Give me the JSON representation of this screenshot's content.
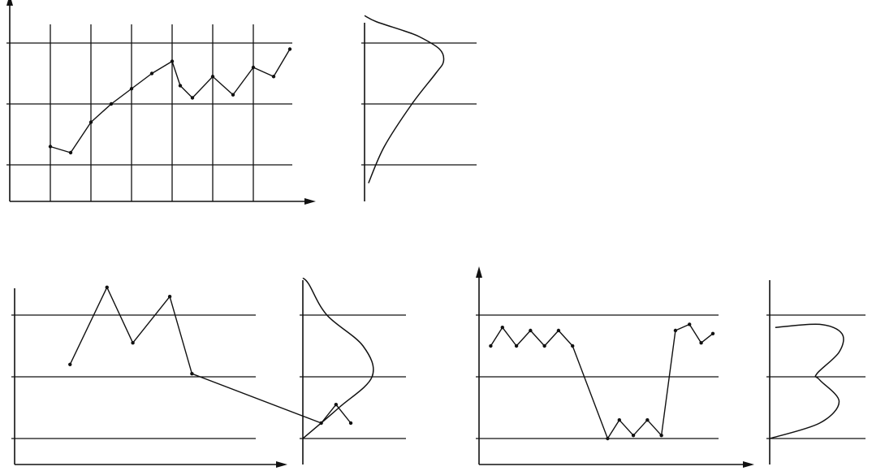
{
  "chart_data": [
    {
      "type": "line",
      "panel": "top-left",
      "xlim": [
        0,
        7.5
      ],
      "ylim": [
        0,
        4
      ],
      "hgrid": [
        0.6,
        1.6,
        2.6
      ],
      "vgrid": [
        1,
        2,
        3,
        4,
        5,
        6
      ],
      "x": [
        1,
        1.5,
        2,
        2.5,
        3,
        3.5,
        4,
        4.2,
        4.5,
        5,
        5.5,
        6,
        6.5,
        6.9
      ],
      "values": [
        0.9,
        0.8,
        1.3,
        1.6,
        1.85,
        2.1,
        2.3,
        1.9,
        1.7,
        2.05,
        1.75,
        2.2,
        2.05,
        2.5
      ],
      "grid": true
    },
    {
      "type": "line",
      "panel": "top-left-distribution",
      "ylim": [
        0,
        4
      ],
      "hgrid": [
        0.6,
        1.6,
        2.6
      ],
      "curve": [
        [
          0.1,
          0.3
        ],
        [
          0.5,
          0.9
        ],
        [
          1.2,
          1.6
        ],
        [
          1.8,
          2.1
        ],
        [
          2.0,
          2.3
        ],
        [
          1.9,
          2.5
        ],
        [
          1.4,
          2.7
        ],
        [
          1.0,
          2.8
        ],
        [
          0.3,
          2.95
        ],
        [
          0.0,
          3.05
        ]
      ]
    },
    {
      "type": "line",
      "panel": "bottom-left",
      "xlim": [
        0,
        12
      ],
      "ylim": [
        0,
        4
      ],
      "hgrid": [
        0.5,
        1.5,
        2.5
      ],
      "x": [
        1.5,
        2.5,
        3.2,
        4.2,
        4.8,
        8.3,
        8.7,
        9.1
      ],
      "values": [
        1.7,
        2.95,
        2.05,
        2.8,
        1.55,
        0.75,
        1.05,
        0.75
      ],
      "grid": true
    },
    {
      "type": "line",
      "panel": "bottom-left-distribution",
      "ylim": [
        0,
        4
      ],
      "hgrid": [
        0.5,
        1.5,
        2.5
      ],
      "curve": [
        [
          0.0,
          0.5
        ],
        [
          0.6,
          1.0
        ],
        [
          1.15,
          1.5
        ],
        [
          1.0,
          2.0
        ],
        [
          0.4,
          2.5
        ],
        [
          0.1,
          3.0
        ],
        [
          0.0,
          3.1
        ]
      ]
    },
    {
      "type": "line",
      "panel": "bottom-right",
      "xlim": [
        0,
        11
      ],
      "ylim": [
        0,
        4
      ],
      "hgrid": [
        0.5,
        1.5,
        2.5
      ],
      "x": [
        0.5,
        1.0,
        1.6,
        2.2,
        2.8,
        3.4,
        4.0,
        5.5,
        6.0,
        6.6,
        7.2,
        7.8,
        8.4,
        9.0,
        9.5,
        10.0
      ],
      "values": [
        2.0,
        2.3,
        2.0,
        2.25,
        2.0,
        2.25,
        2.0,
        0.5,
        0.8,
        0.55,
        0.8,
        0.55,
        2.25,
        2.35,
        2.05,
        2.2
      ],
      "grid": true
    },
    {
      "type": "line",
      "panel": "bottom-right-distribution",
      "ylim": [
        0,
        4
      ],
      "hgrid": [
        0.5,
        1.5,
        2.5
      ],
      "curve": [
        [
          0.0,
          0.5
        ],
        [
          0.9,
          0.75
        ],
        [
          1.25,
          1.1
        ],
        [
          0.9,
          1.45
        ],
        [
          0.85,
          1.55
        ],
        [
          1.25,
          1.9
        ],
        [
          1.3,
          2.2
        ],
        [
          0.9,
          2.35
        ],
        [
          0.1,
          2.3
        ]
      ]
    }
  ]
}
